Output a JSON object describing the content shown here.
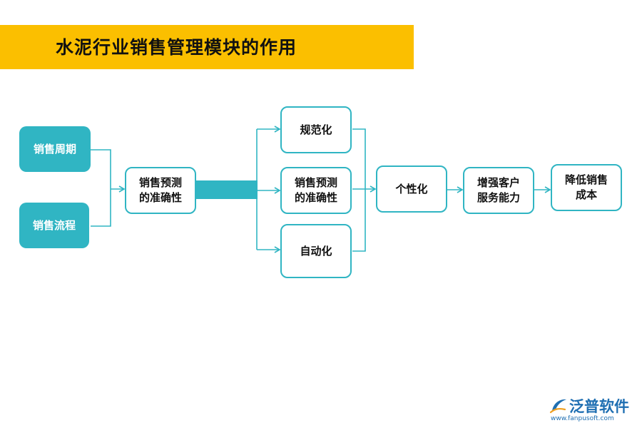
{
  "title": "水泥行业销售管理模块的作用",
  "colors": {
    "accent": "#30b5c3",
    "title_bar": "#fbbf00",
    "logo": "#1f6fb2"
  },
  "nodes": {
    "sales_cycle": "销售周期",
    "sales_process": "销售流程",
    "forecast_accuracy": "销售预测\n的准确性",
    "standardization": "规范化",
    "forecast_accuracy_2": "销售预测\n的准确性",
    "automation": "自动化",
    "personalization": "个性化",
    "customer_service": "增强客户\n服务能力",
    "reduce_cost": "降低销售\n成本"
  },
  "logo": {
    "name": "泛普软件",
    "url": "www.fanpusoft.com",
    "icon": "fanpu-logo-icon"
  }
}
